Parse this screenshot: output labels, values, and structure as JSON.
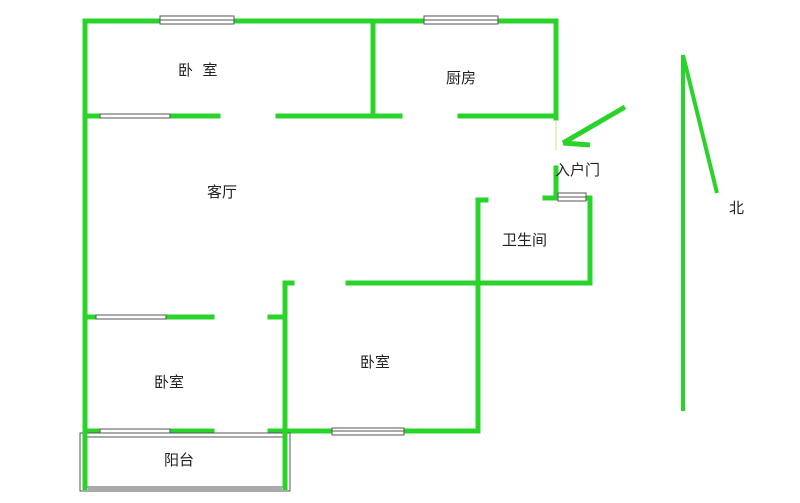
{
  "colors": {
    "wall": "#2ad32a",
    "window_frame": "#555555",
    "window_fill": "#ffffff",
    "text": "#222222",
    "background": "#ffffff"
  },
  "rooms": {
    "bedroom_top": "卧  室",
    "kitchen": "厨房",
    "living_room": "客厅",
    "bathroom": "卫生间",
    "bedroom_middle": "卧室",
    "bedroom_bottom_left": "卧室",
    "balcony": "阳台"
  },
  "labels": {
    "entrance": "入户门",
    "north": "北"
  },
  "icons": {
    "north_arrow": "north-arrow-icon",
    "entrance_arrow": "entrance-arrow-icon"
  }
}
